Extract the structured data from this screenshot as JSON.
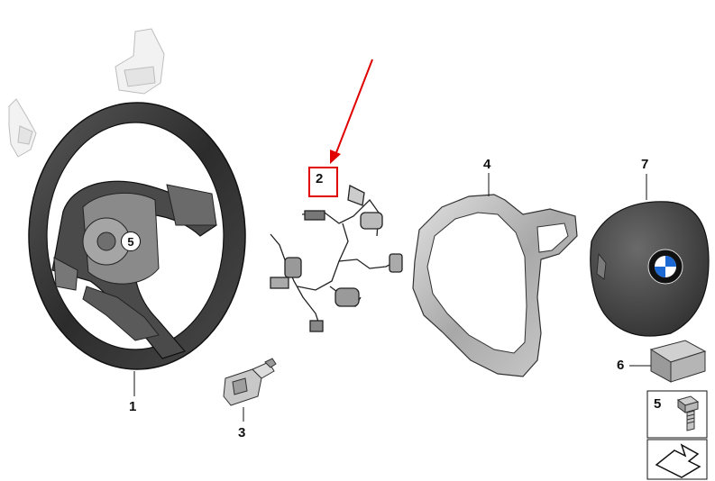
{
  "callouts": {
    "part_1": "1",
    "part_2": "2",
    "part_3": "3",
    "part_4": "4",
    "part_5_circle": "5",
    "part_5_box": "5",
    "part_6": "6",
    "part_7": "7"
  },
  "highlight": {
    "target": "2",
    "color": "#e00000"
  },
  "colors": {
    "part_outline": "#222222",
    "wheel_leather": "#3a3a3a",
    "trim_silver": "#b5b5b5",
    "airbag_dark": "#4a4a4a",
    "ghosted_paddles": "#cccccc"
  },
  "icons": {
    "bmw_logo": "bmw-roundel-icon",
    "bolt": "bolt-icon",
    "pack_symbol": "generic-part-symbol-icon"
  }
}
